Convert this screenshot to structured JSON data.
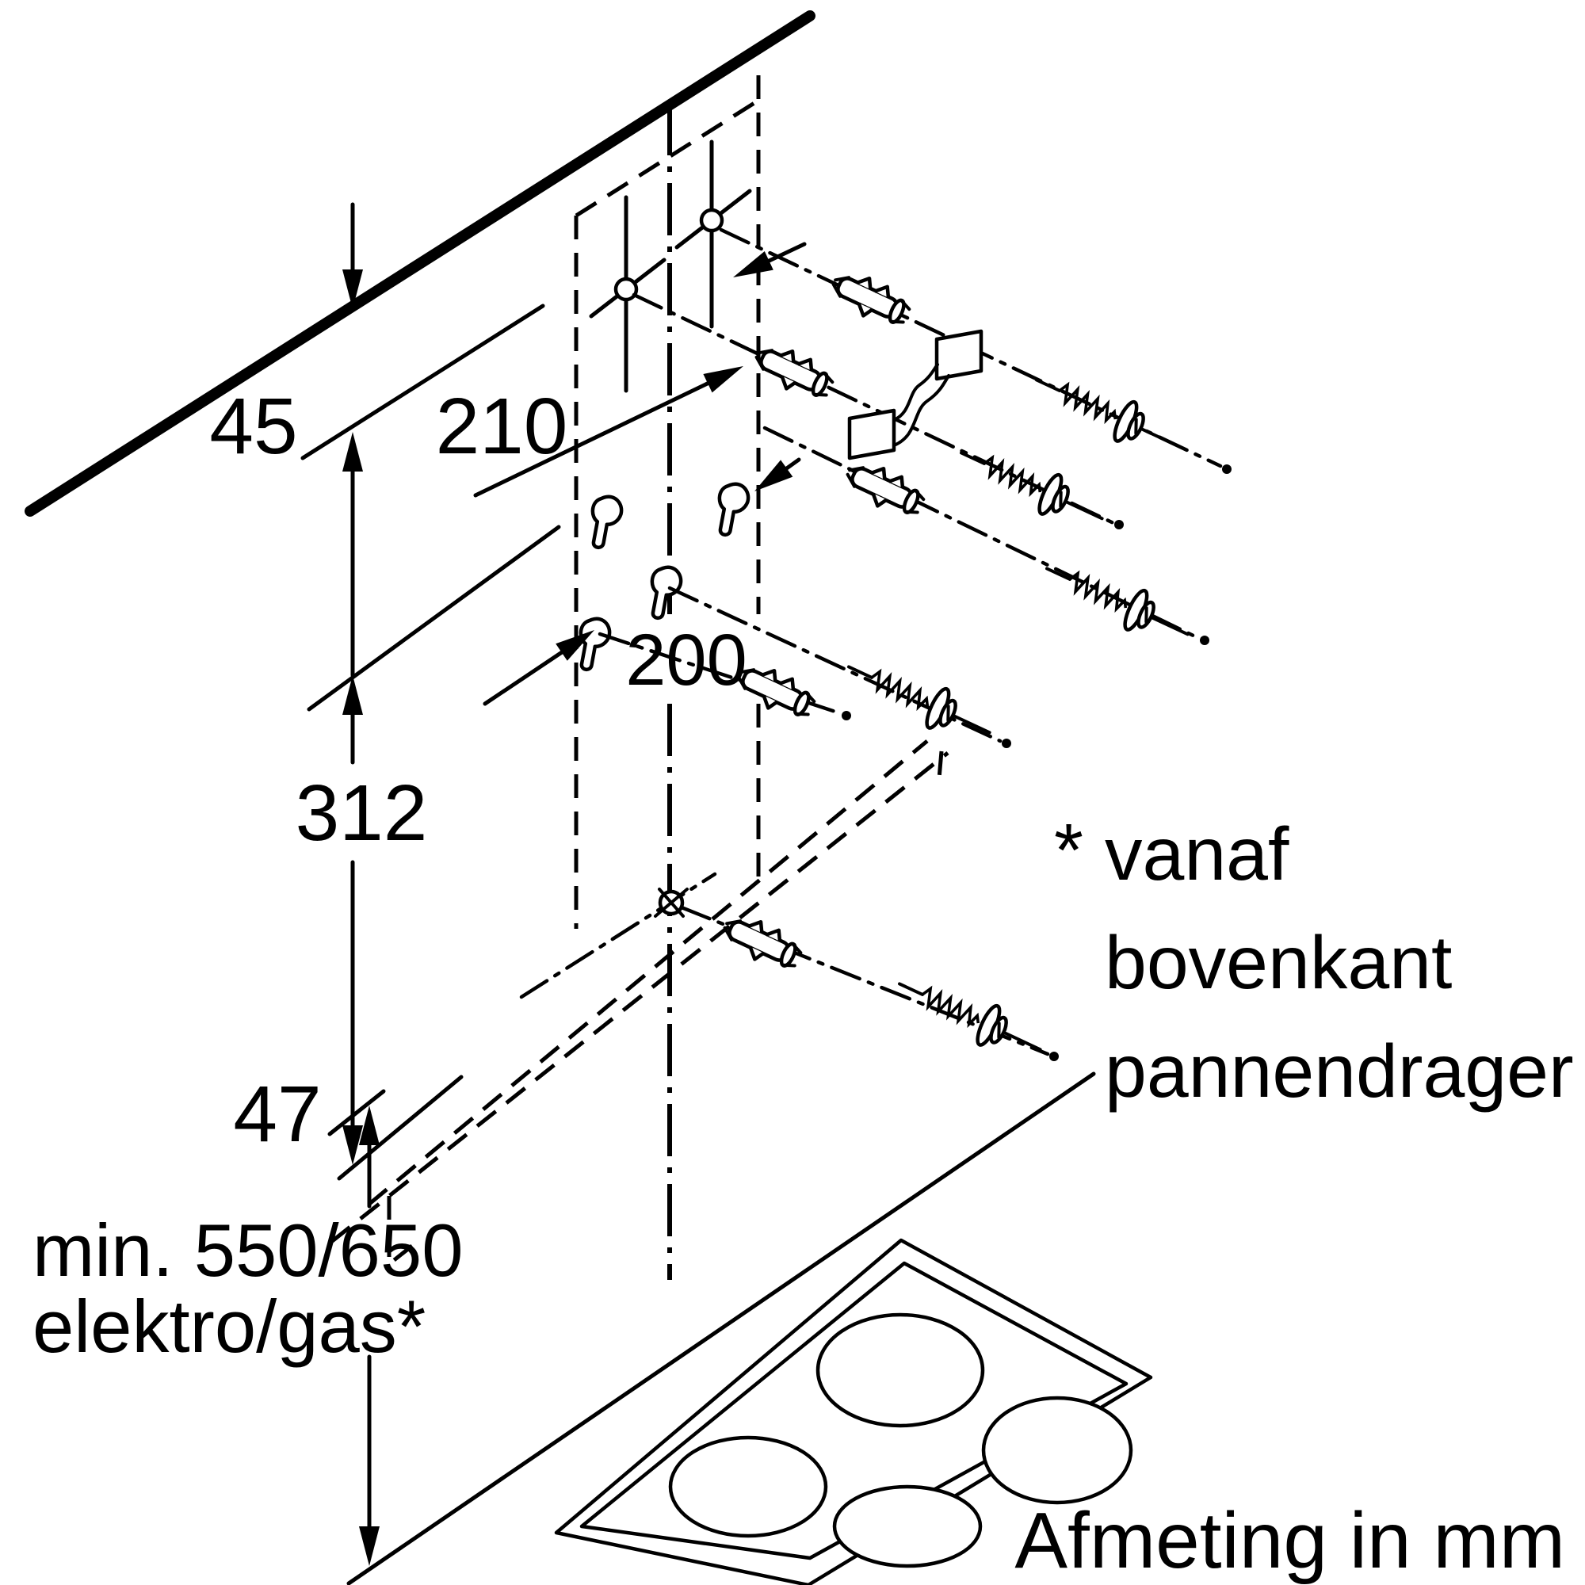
{
  "page": {
    "background": "#ffffff",
    "ink": "#000000"
  },
  "dimensions": {
    "ceiling_offset": {
      "value": "45"
    },
    "upper_holes": {
      "value": "210"
    },
    "lower_holes": {
      "value": "200"
    },
    "wall_section": {
      "value": "312"
    },
    "hood_lip": {
      "value": "47"
    },
    "hob_clearance": {
      "line1": "min. 550/650",
      "line2": "elektro/gas*"
    }
  },
  "footnote": {
    "marker": "*",
    "line1": "vanaf",
    "line2": "bovenkant",
    "line3": "pannendrager"
  },
  "caption": {
    "text": "Afmeting in mm"
  },
  "icons": {
    "wall_plug": "wall-plug-icon",
    "screw": "screw-icon",
    "mounting_bracket": "mounting-bracket-icon",
    "drill_hole": "drill-hole-icon",
    "keyhole_slot": "keyhole-slot-icon",
    "center_hole": "center-hole-icon",
    "cooktop": "cooktop-icon",
    "burner": "burner-icon"
  }
}
